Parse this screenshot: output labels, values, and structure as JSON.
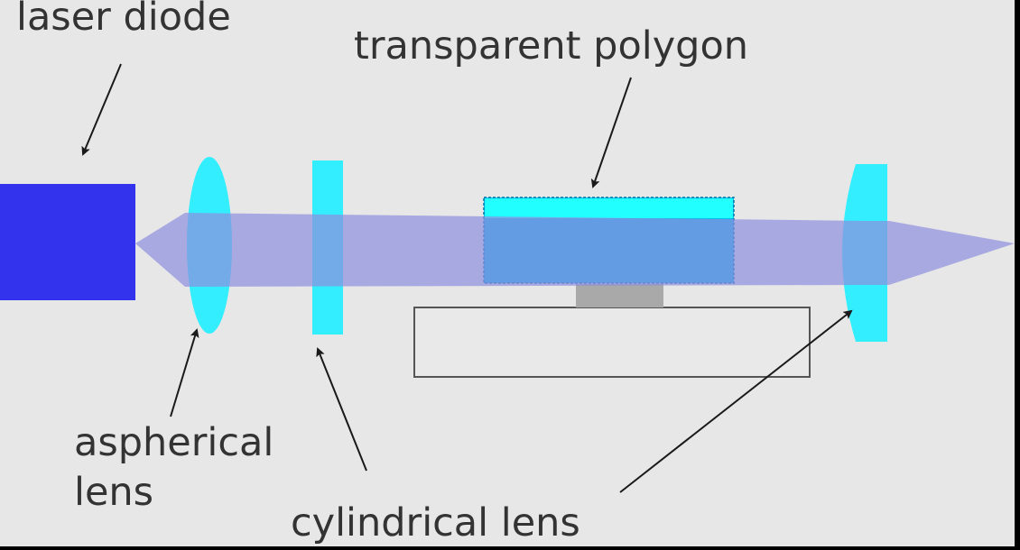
{
  "labels": {
    "laser_diode": "laser diode",
    "transparent_polygon": "transparent polygon",
    "aspherical_lens_line1": "aspherical",
    "aspherical_lens_line2": "lens",
    "cylindrical_lens": "cylindrical lens"
  },
  "colors": {
    "background": "#e7e7e7",
    "laser_diode": "#3333ee",
    "beam": "#8f8fe0",
    "lens": "#33eeff",
    "polygon": "#00bbee",
    "polygon_top": "#22ffff",
    "mount": "#a9a9a9",
    "arrow": "#1a1a1a"
  }
}
